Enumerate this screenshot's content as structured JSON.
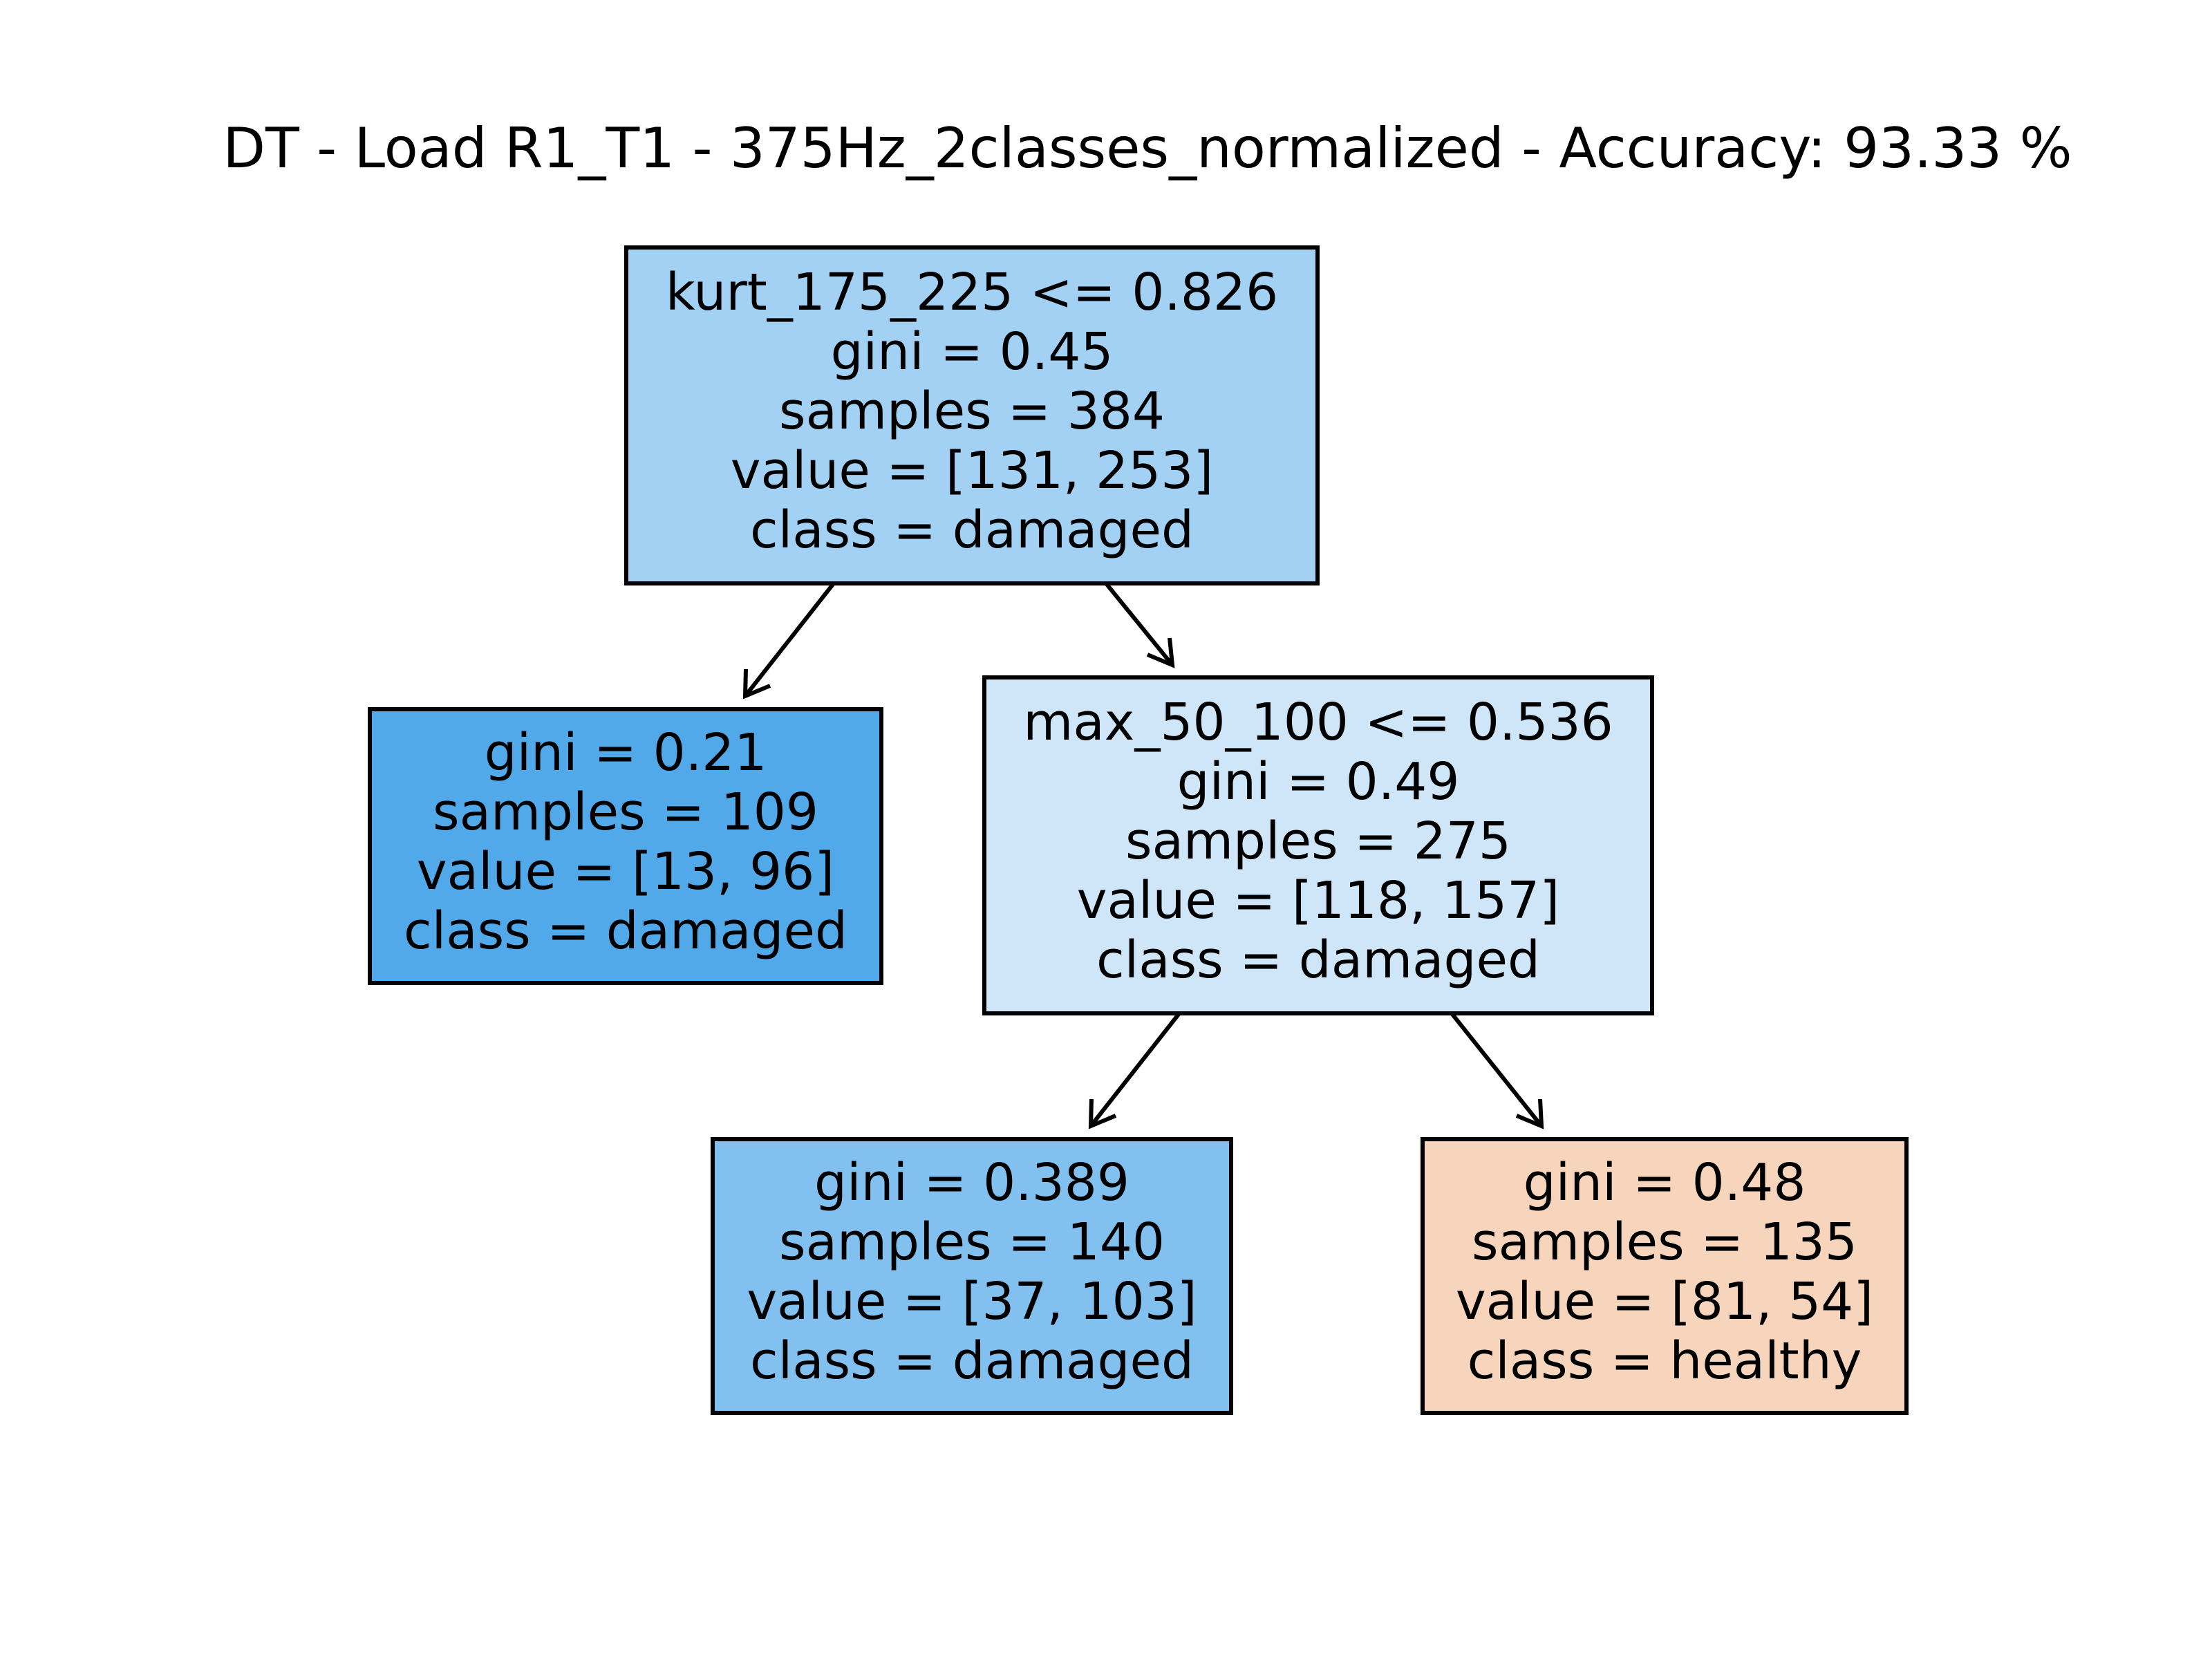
{
  "title": "DT - Load R1_T1 - 375Hz_2classes_normalized - Accuracy: 93.33 %",
  "nodes": {
    "root": {
      "lines": [
        "kurt_175_225 <= 0.826",
        "gini = 0.45",
        "samples = 384",
        "value = [131, 253]",
        "class = damaged"
      ],
      "fill": "#a3d1f3"
    },
    "left_leaf": {
      "lines": [
        "gini = 0.21",
        "samples = 109",
        "value = [13, 96]",
        "class = damaged"
      ],
      "fill": "#52a9e9"
    },
    "split_right": {
      "lines": [
        "max_50_100 <= 0.536",
        "gini = 0.49",
        "samples = 275",
        "value = [118, 157]",
        "class = damaged"
      ],
      "fill": "#cfe6f9"
    },
    "leaf_damaged": {
      "lines": [
        "gini = 0.389",
        "samples = 140",
        "value = [37, 103]",
        "class = damaged"
      ],
      "fill": "#82c0ef"
    },
    "leaf_healthy": {
      "lines": [
        "gini = 0.48",
        "samples = 135",
        "value = [81, 54]",
        "class = healthy"
      ],
      "fill": "#f6d5bc"
    }
  }
}
